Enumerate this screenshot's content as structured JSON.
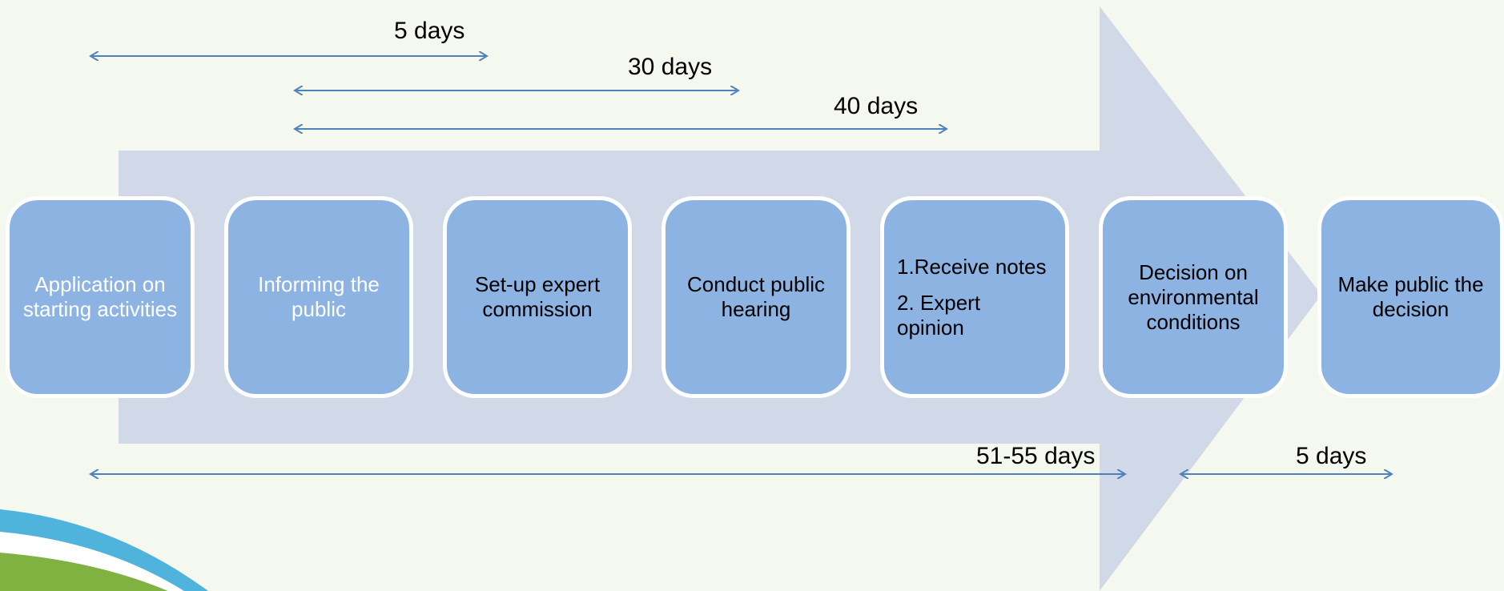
{
  "steps": [
    {
      "label": "Application on starting activities",
      "text_color": "#ffffff"
    },
    {
      "label": "Informing the public",
      "text_color": "#ffffff"
    },
    {
      "label": "Set-up expert commission",
      "text_color": "#000000"
    },
    {
      "label": "Conduct public hearing",
      "text_color": "#000000"
    },
    {
      "label_line1": "1.Receive notes",
      "label_line2": "2. Expert opinion",
      "text_color": "#000000"
    },
    {
      "label": "Decision on environmental conditions",
      "text_color": "#000000"
    },
    {
      "label": "Make public the decision",
      "text_color": "#000000"
    }
  ],
  "durations": {
    "d1": "5 days",
    "d2": "30 days",
    "d3": "40 days",
    "d4": "51-55 days",
    "d5": "5 days"
  },
  "colors": {
    "background": "#f5f8ee",
    "big_arrow": "#d1d9e8",
    "box_fill": "#8db3e2",
    "box_border": "#ffffff",
    "dimension_line": "#4f81bd",
    "swoosh_blue": "#4fb3dc",
    "swoosh_green": "#7fb240"
  }
}
